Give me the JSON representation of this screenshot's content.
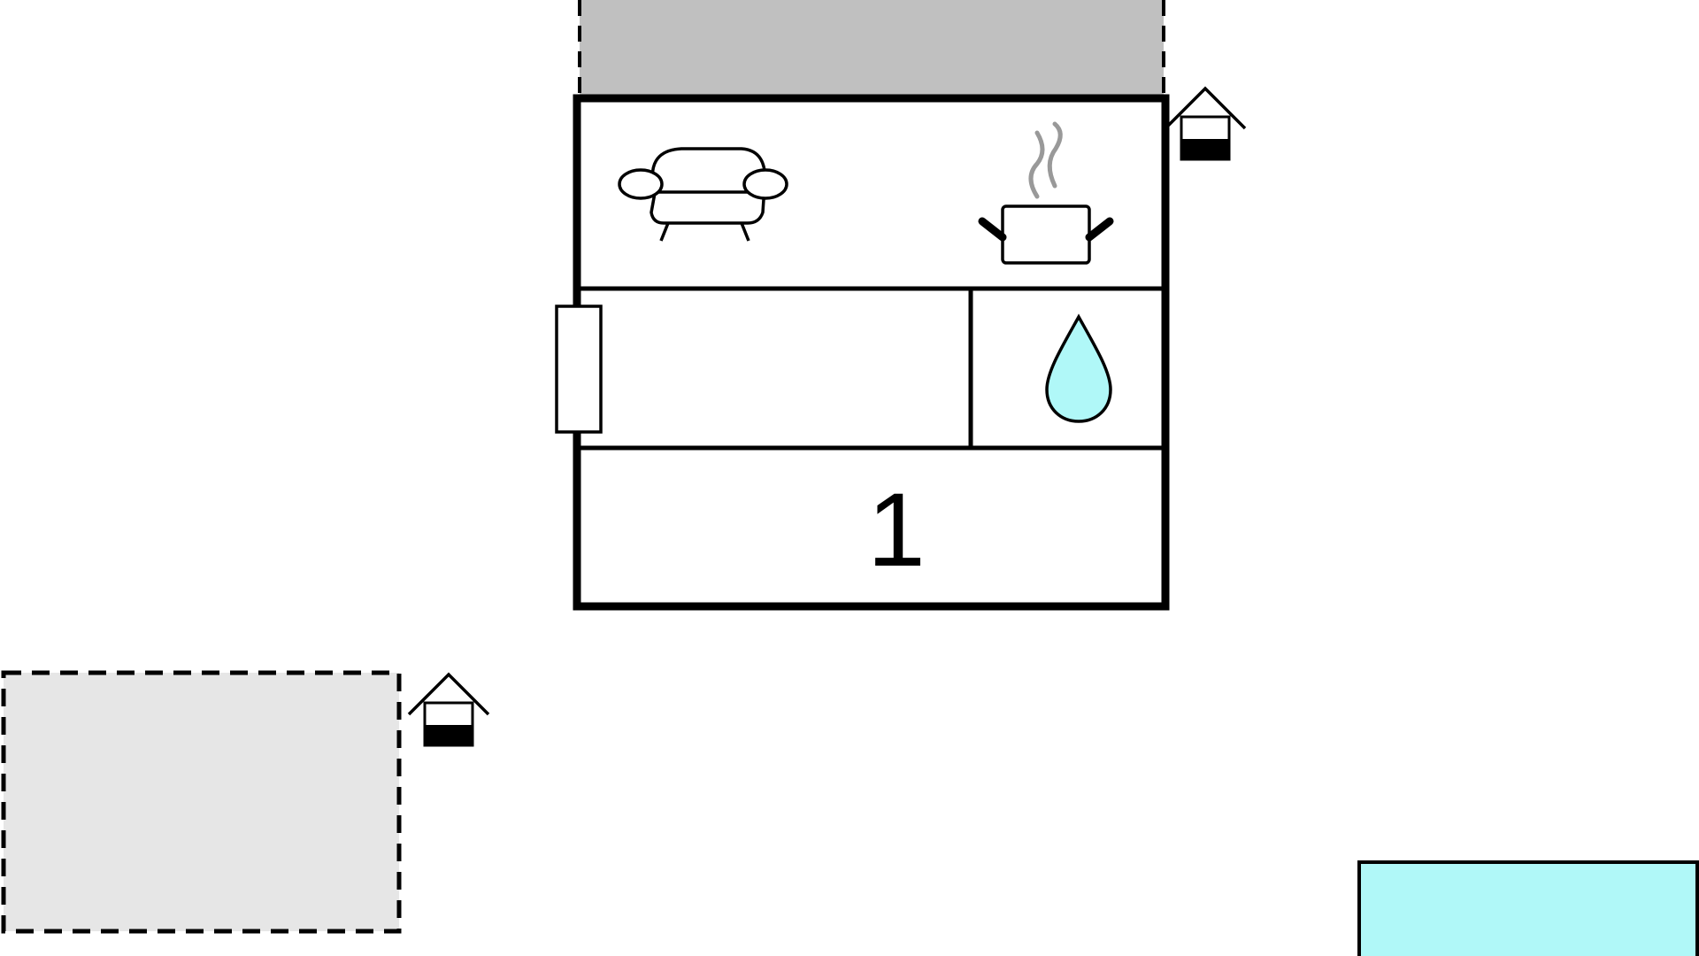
{
  "floorplan": {
    "room_label": "1",
    "icons": [
      {
        "name": "sofa-icon",
        "meaning": "living room"
      },
      {
        "name": "cooking-pot-icon",
        "meaning": "kitchen"
      },
      {
        "name": "water-drop-icon",
        "meaning": "bathroom"
      },
      {
        "name": "house-icon",
        "meaning": "entrance"
      },
      {
        "name": "door-icon",
        "meaning": "door"
      }
    ],
    "colors": {
      "outline": "#000000",
      "terrace_above": "#c0c0c0",
      "outbuilding": "#e6e6e6",
      "water": "#b0f8f8",
      "steam": "#999999"
    }
  }
}
